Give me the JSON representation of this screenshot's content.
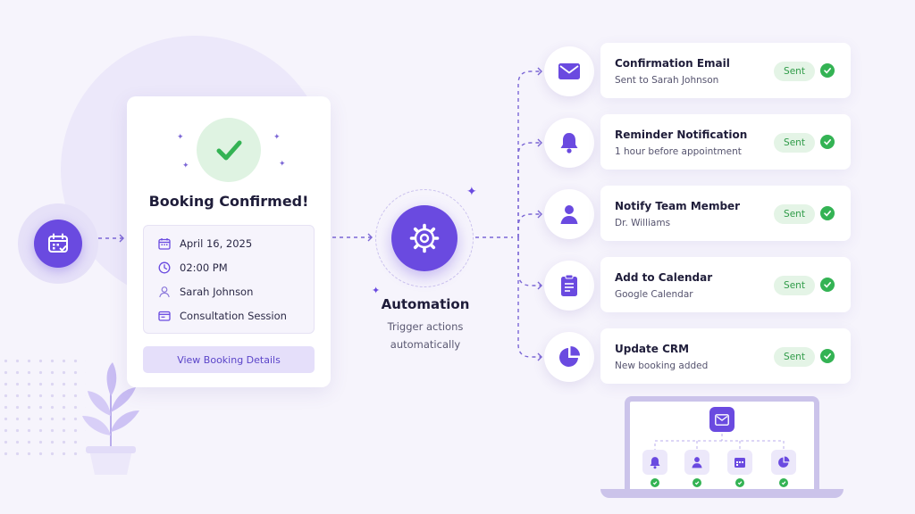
{
  "colors": {
    "accent": "#6a4ae0",
    "success": "#34b354",
    "badge_bg": "#e4f4e6",
    "background": "#f6f4fc"
  },
  "booking": {
    "title": "Booking Confirmed!",
    "details": [
      {
        "icon": "calendar-icon",
        "text": "April 16, 2025"
      },
      {
        "icon": "clock-icon",
        "text": "02:00 PM"
      },
      {
        "icon": "user-icon",
        "text": "Sarah Johnson"
      },
      {
        "icon": "service-card-icon",
        "text": "Consultation Session"
      }
    ],
    "button_label": "View Booking Details"
  },
  "automation": {
    "title": "Automation",
    "subtitle_line1": "Trigger actions",
    "subtitle_line2": "automatically"
  },
  "actions": [
    {
      "icon": "envelope-icon",
      "title": "Confirmation Email",
      "subtitle": "Sent to Sarah Johnson",
      "status": "Sent"
    },
    {
      "icon": "bell-icon",
      "title": "Reminder Notification",
      "subtitle": "1 hour before appointment",
      "status": "Sent"
    },
    {
      "icon": "person-icon",
      "title": "Notify Team Member",
      "subtitle": "Dr. Williams",
      "status": "Sent"
    },
    {
      "icon": "clipboard-icon",
      "title": "Add to Calendar",
      "subtitle": "Google Calendar",
      "status": "Sent"
    },
    {
      "icon": "pie-chart-icon",
      "title": "Update CRM",
      "subtitle": "New booking added",
      "status": "Sent"
    }
  ],
  "laptop": {
    "top_icon": "envelope-icon",
    "nodes": [
      "bell-icon",
      "person-icon",
      "calendar-icon",
      "pie-chart-icon"
    ]
  }
}
